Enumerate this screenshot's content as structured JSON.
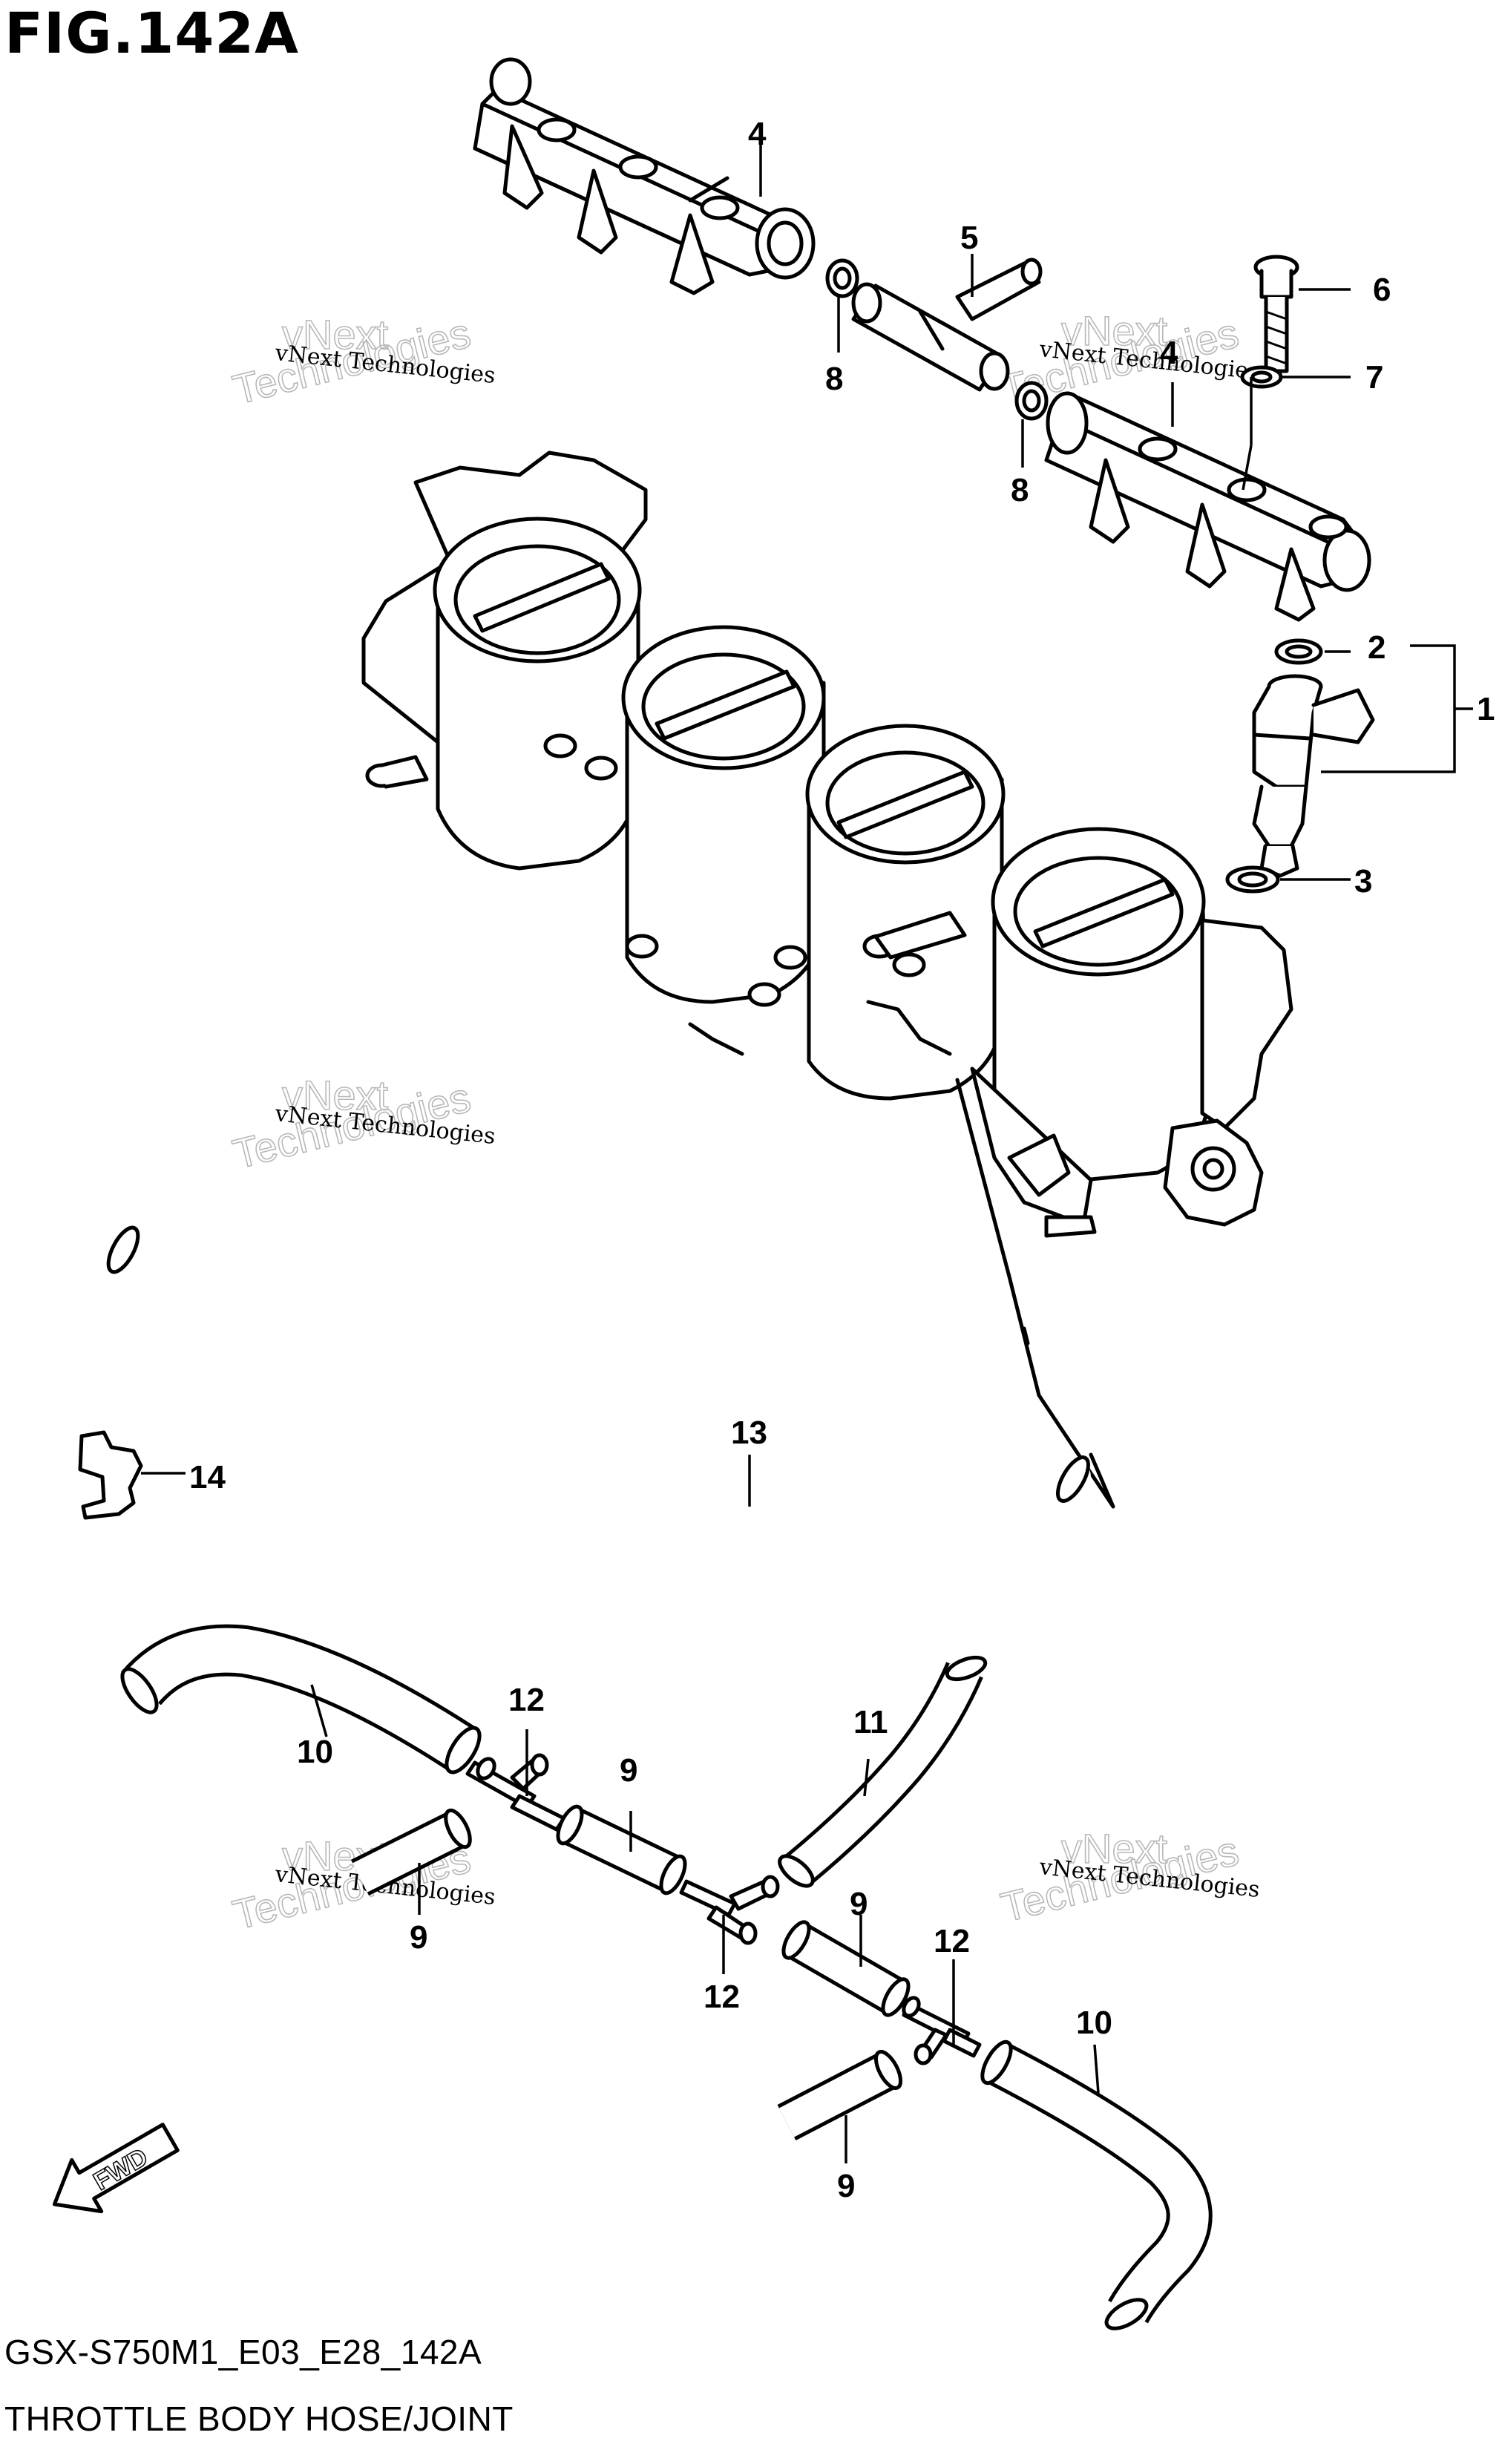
{
  "figure": {
    "title": "FIG.142A",
    "code": "GSX-S750M1_E03_E28_142A",
    "name": "THROTTLE BODY HOSE/JOINT"
  },
  "watermark": {
    "line1": "vNext Technologies",
    "line2a": "vNext",
    "line2b": "Technologies"
  },
  "direction": {
    "label": "FWD",
    "icon": "fwd-arrow-icon"
  },
  "callouts": {
    "c1": "1",
    "c2": "2",
    "c3": "3",
    "c4a": "4",
    "c4b": "4",
    "c5": "5",
    "c6": "6",
    "c7": "7",
    "c8a": "8",
    "c8b": "8",
    "c9a": "9",
    "c9b": "9",
    "c9c": "9",
    "c9d": "9",
    "c10a": "10",
    "c10b": "10",
    "c11": "11",
    "c12a": "12",
    "c12b": "12",
    "c12c": "12",
    "c13": "13",
    "c14": "14"
  },
  "colors": {
    "line": "#000000",
    "watermark": "#b8b8b8",
    "background": "#ffffff"
  }
}
